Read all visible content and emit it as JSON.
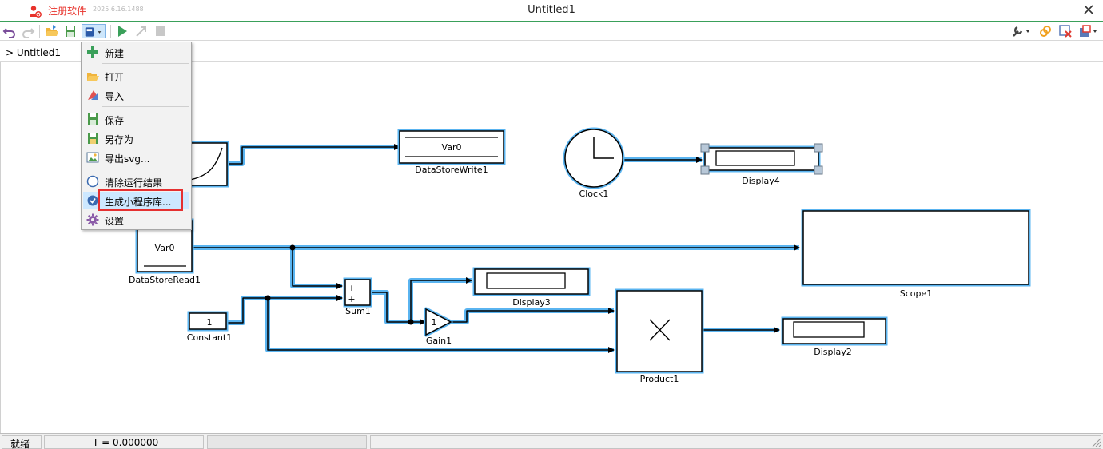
{
  "window": {
    "register_label": "注册软件",
    "version": "2025.6.16.1488",
    "title": "Untitled1"
  },
  "breadcrumb": {
    "path": "> Untitled1"
  },
  "file_menu": {
    "items": [
      {
        "label": "新建",
        "icon": "plus-icon"
      },
      {
        "label": "打开",
        "icon": "folder-open-icon"
      },
      {
        "label": "导入",
        "icon": "import-icon"
      },
      {
        "label": "保存",
        "icon": "save-icon"
      },
      {
        "label": "另存为",
        "icon": "save-as-icon"
      },
      {
        "label": "导出svg...",
        "icon": "image-icon"
      },
      {
        "label": "清除运行结果",
        "icon": "clear-circle-icon"
      },
      {
        "label": "生成小程序库...",
        "icon": "generate-library-icon",
        "highlighted": true
      },
      {
        "label": "设置",
        "icon": "gear-icon"
      }
    ]
  },
  "blocks": {
    "datastorewrite": {
      "label": "DataStoreWrite1",
      "text": "Var0"
    },
    "datastoreread": {
      "label": "DataStoreRead1",
      "text": "Var0"
    },
    "clock": {
      "label": "Clock1"
    },
    "display4": {
      "label": "Display4"
    },
    "scope": {
      "label": "Scope1"
    },
    "constant": {
      "label": "Constant1",
      "text": "1"
    },
    "sum": {
      "label": "Sum1",
      "sign1": "+",
      "sign2": "+"
    },
    "display3": {
      "label": "Display3"
    },
    "gain": {
      "label": "Gain1",
      "text": "1"
    },
    "product": {
      "label": "Product1"
    },
    "display2": {
      "label": "Display2"
    }
  },
  "status": {
    "state": "就绪",
    "time": "T = 0.000000"
  },
  "colors": {
    "accent_red": "#e8322b",
    "selection_blue": "#5ab4f0",
    "highlight_menu": "#cde8ff"
  }
}
